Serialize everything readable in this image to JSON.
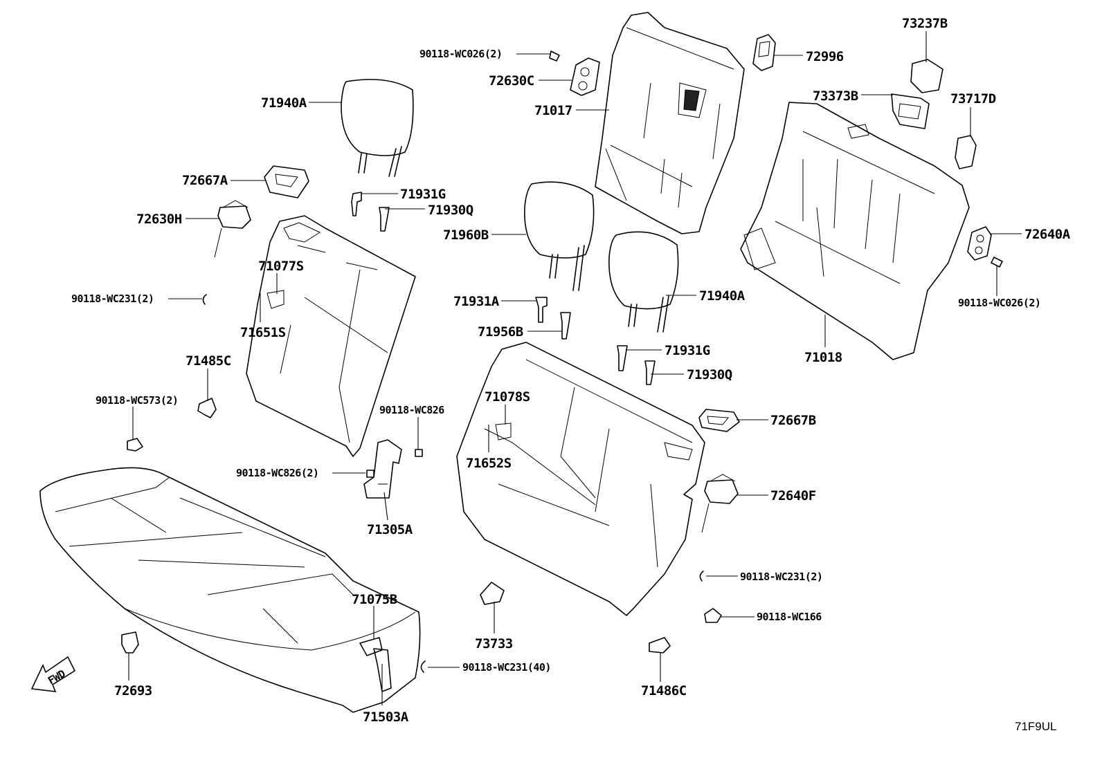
{
  "diagram_code": "71F9UL",
  "fwd_label": "FWD",
  "labels": {
    "l_71940A_1": "71940A",
    "l_72667A": "72667A",
    "l_72630H": "72630H",
    "l_71931G_1": "71931G",
    "l_71930Q_1": "71930Q",
    "l_71077S": "71077S",
    "l_90118_WC231_2a": "90118-WC231(2)",
    "l_71651S": "71651S",
    "l_71485C": "71485C",
    "l_90118_WC573_2": "90118-WC573(2)",
    "l_90118_WC826": "90118-WC826",
    "l_90118_WC826_2": "90118-WC826(2)",
    "l_71305A": "71305A",
    "l_71075B": "71075B",
    "l_72693": "72693",
    "l_71503A": "71503A",
    "l_90118_WC231_40": "90118-WC231(40)",
    "l_73733": "73733",
    "l_90118_WC026_2a": "90118-WC026(2)",
    "l_72630C": "72630C",
    "l_71017": "71017",
    "l_71960B": "71960B",
    "l_71931A": "71931A",
    "l_71956B": "71956B",
    "l_71940A_2": "71940A",
    "l_71931G_2": "71931G",
    "l_71930Q_2": "71930Q",
    "l_71078S": "71078S",
    "l_71652S": "71652S",
    "l_72996": "72996",
    "l_73237B": "73237B",
    "l_73373B": "73373B",
    "l_73717D": "73717D",
    "l_72640A": "72640A",
    "l_90118_WC026_2b": "90118-WC026(2)",
    "l_71018": "71018",
    "l_72667B": "72667B",
    "l_72640F": "72640F",
    "l_90118_WC231_2b": "90118-WC231(2)",
    "l_90118_WC166": "90118-WC166",
    "l_71486C": "71486C"
  }
}
